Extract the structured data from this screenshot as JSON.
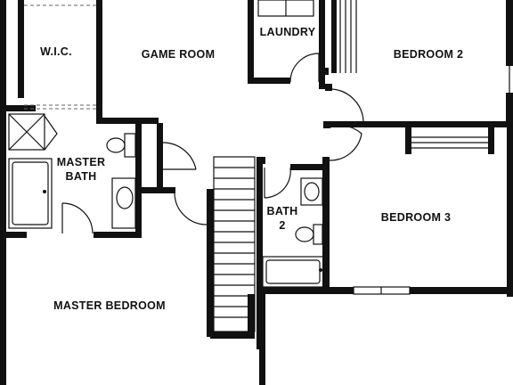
{
  "rooms": {
    "wic": "W.I.C.",
    "game_room": "GAME ROOM",
    "laundry": "LAUNDRY",
    "bedroom_2": "BEDROOM 2",
    "master_bath_line1": "MASTER",
    "master_bath_line2": "BATH",
    "bedroom_3": "BEDROOM 3",
    "bath_2_line1": "BATH",
    "bath_2_line2": "2",
    "master_bedroom": "MASTER BEDROOM"
  }
}
